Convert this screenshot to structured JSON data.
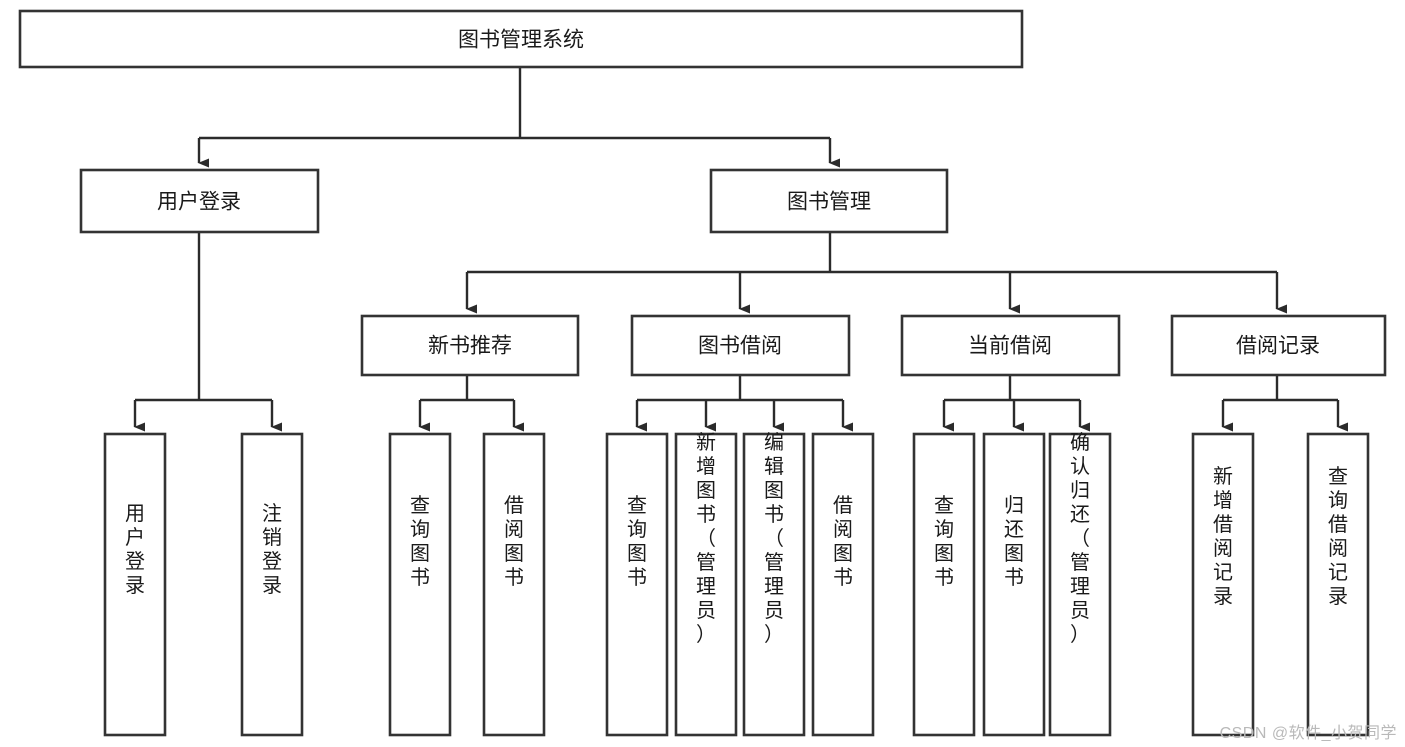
{
  "diagram": {
    "type": "tree-hierarchy-diagram",
    "title": "图书管理系统",
    "colors": {
      "background": "#ffffff",
      "node_fill": "#ffffff",
      "node_stroke": "#333333",
      "connector": "#2b2b2b",
      "text": "#1a1a1a",
      "watermark": "#b9b9b9"
    },
    "root": {
      "label": "图书管理系统"
    },
    "level2": [
      {
        "label": "用户登录"
      },
      {
        "label": "图书管理"
      }
    ],
    "level3": [
      {
        "label": "新书推荐"
      },
      {
        "label": "图书借阅"
      },
      {
        "label": "当前借阅"
      },
      {
        "label": "借阅记录"
      }
    ],
    "leaves": {
      "user_login": [
        {
          "label": "用户登录"
        },
        {
          "label": "注销登录"
        }
      ],
      "new_book_recommend": [
        {
          "label": "查询图书"
        },
        {
          "label": "借阅图书"
        }
      ],
      "book_borrow": [
        {
          "label": "查询图书"
        },
        {
          "label": "新增图书（管理员）"
        },
        {
          "label": "编辑图书（管理员）"
        },
        {
          "label": "借阅图书"
        }
      ],
      "current_borrow": [
        {
          "label": "查询图书"
        },
        {
          "label": "归还图书"
        },
        {
          "label": "确认归还（管理员）"
        }
      ],
      "borrow_record": [
        {
          "label": "新增借阅记录"
        },
        {
          "label": "查询借阅记录"
        }
      ]
    }
  },
  "watermark": {
    "text": "CSDN @软件_小贺同学"
  }
}
